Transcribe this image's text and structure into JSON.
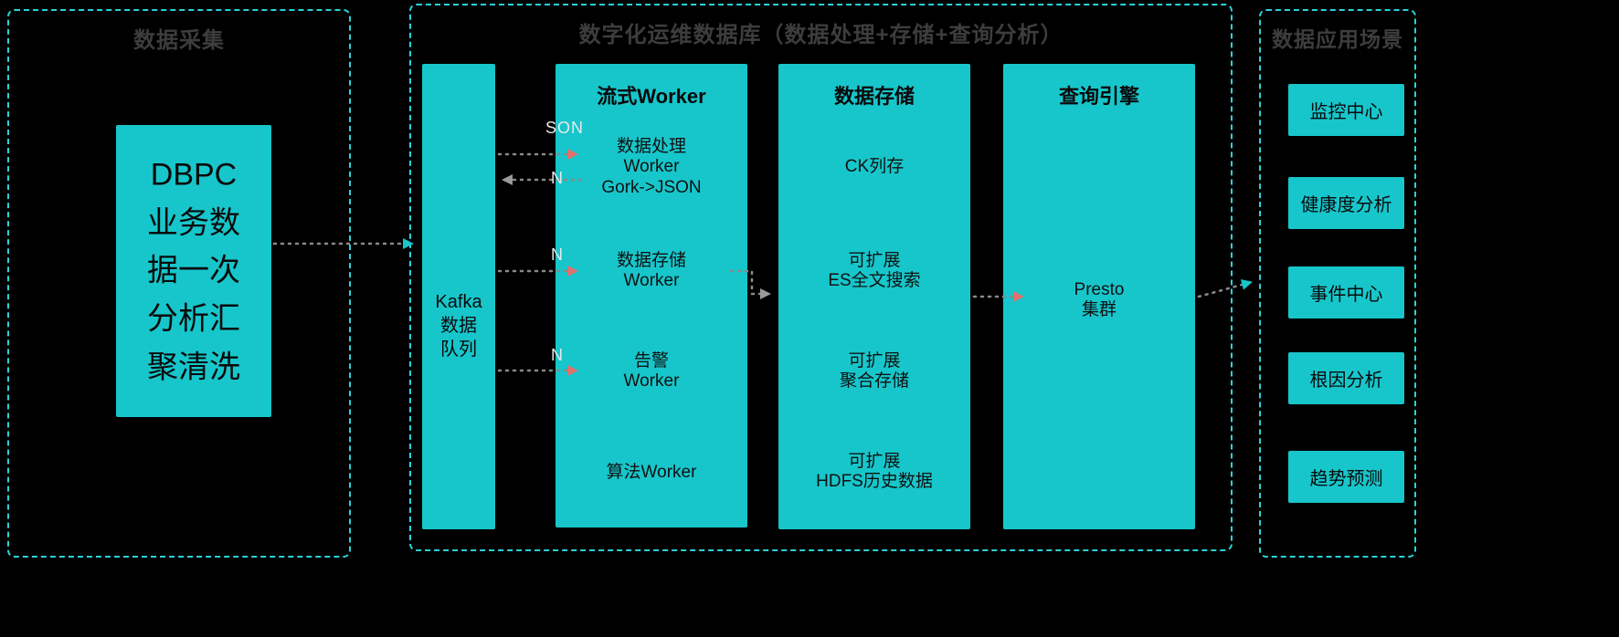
{
  "colors": {
    "accent": "#17c6cb",
    "dashed_border": "#2ad2d8",
    "section_title": "#3d3d3d",
    "arrow_line": "#8a8a8a",
    "arrowhead_pink": "#e0706c",
    "arrowhead_cyan": "#17c6cb",
    "arrowhead_gray": "#9a9a9a"
  },
  "collection": {
    "title": "数据采集",
    "dbpc": "DBPC\n业务数\n据一次\n分析汇\n聚清洗"
  },
  "platform": {
    "title": "数字化运维数据库（数据处理+存储+查询分析）",
    "kafka": "Kafka\n数据\n队列",
    "worker": {
      "title": "流式Worker",
      "items": [
        "数据处理\nWorker\nGork->JSON",
        "数据存储\nWorker",
        "告警\nWorker",
        "算法Worker"
      ]
    },
    "storage": {
      "title": "数据存储",
      "items": [
        "CK列存",
        "可扩展\nES全文搜索",
        "可扩展\n聚合存储",
        "可扩展\nHDFS历史数据"
      ]
    },
    "query": {
      "title": "查询引擎",
      "items": [
        "Presto\n集群"
      ]
    },
    "arrow_labels": [
      "SON",
      "N",
      "N",
      "N"
    ]
  },
  "application": {
    "title": "数据应用场景",
    "items": [
      "监控中心",
      "健康度分析",
      "事件中心",
      "根因分析",
      "趋势预测"
    ]
  }
}
